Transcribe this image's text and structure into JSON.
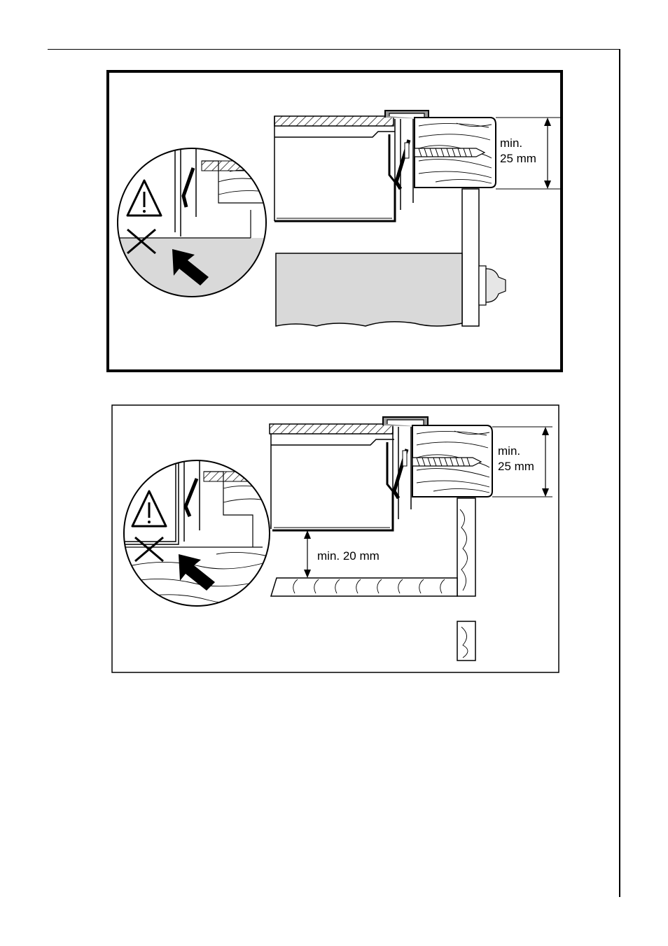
{
  "figures": [
    {
      "id": "installation-free-standing",
      "dimension": {
        "line1": "min.",
        "line2": "25 mm"
      }
    },
    {
      "id": "installation-with-shelf",
      "dimension": {
        "line1": "min.",
        "line2": "25 mm"
      },
      "gap_label": "min. 20 mm"
    }
  ],
  "icons": {
    "warning": "warning-triangle-icon",
    "prohibited": "cross-icon",
    "arrow": "pointer-arrow-icon"
  },
  "colors": {
    "ink": "#000000",
    "panel_grey": "#d9d9d9",
    "paper": "#ffffff"
  }
}
